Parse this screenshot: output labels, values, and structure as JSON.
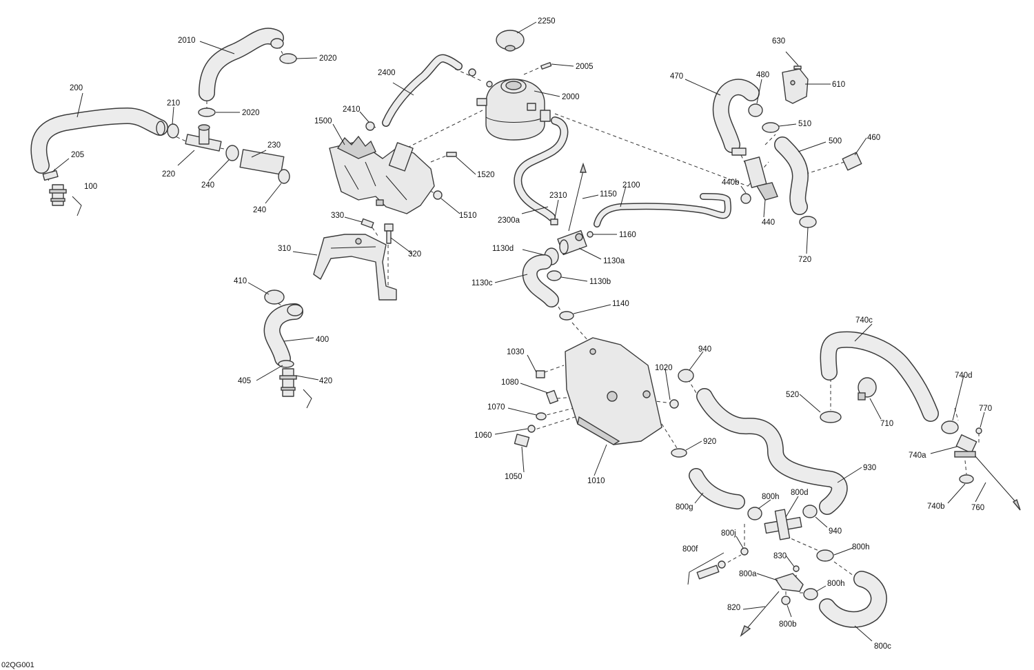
{
  "figure_code": "02QG001",
  "callouts": [
    {
      "label": "2010"
    },
    {
      "label": "2020"
    },
    {
      "label": "2020"
    },
    {
      "label": "200"
    },
    {
      "label": "210"
    },
    {
      "label": "205"
    },
    {
      "label": "100"
    },
    {
      "label": "220"
    },
    {
      "label": "240"
    },
    {
      "label": "230"
    },
    {
      "label": "240"
    },
    {
      "label": "2250"
    },
    {
      "label": "2005"
    },
    {
      "label": "2000"
    },
    {
      "label": "2400"
    },
    {
      "label": "2410"
    },
    {
      "label": "1500"
    },
    {
      "label": "1520"
    },
    {
      "label": "1510"
    },
    {
      "label": "330"
    },
    {
      "label": "320"
    },
    {
      "label": "310"
    },
    {
      "label": "410"
    },
    {
      "label": "400"
    },
    {
      "label": "405"
    },
    {
      "label": "420"
    },
    {
      "label": "2310"
    },
    {
      "label": "1150"
    },
    {
      "label": "2100"
    },
    {
      "label": "2300a"
    },
    {
      "label": "1160"
    },
    {
      "label": "1130d"
    },
    {
      "label": "1130a"
    },
    {
      "label": "1130c"
    },
    {
      "label": "1130b"
    },
    {
      "label": "1140"
    },
    {
      "label": "630"
    },
    {
      "label": "470"
    },
    {
      "label": "480"
    },
    {
      "label": "610"
    },
    {
      "label": "510"
    },
    {
      "label": "500"
    },
    {
      "label": "460"
    },
    {
      "label": "440b"
    },
    {
      "label": "440"
    },
    {
      "label": "720"
    },
    {
      "label": "740c"
    },
    {
      "label": "940"
    },
    {
      "label": "1030"
    },
    {
      "label": "1020"
    },
    {
      "label": "1080"
    },
    {
      "label": "1070"
    },
    {
      "label": "1060"
    },
    {
      "label": "1050"
    },
    {
      "label": "1010"
    },
    {
      "label": "520"
    },
    {
      "label": "710"
    },
    {
      "label": "740d"
    },
    {
      "label": "770"
    },
    {
      "label": "920"
    },
    {
      "label": "740a"
    },
    {
      "label": "930"
    },
    {
      "label": "740b"
    },
    {
      "label": "760"
    },
    {
      "label": "800h"
    },
    {
      "label": "800d"
    },
    {
      "label": "800g"
    },
    {
      "label": "940"
    },
    {
      "label": "800j"
    },
    {
      "label": "800f"
    },
    {
      "label": "800h"
    },
    {
      "label": "830"
    },
    {
      "label": "800a"
    },
    {
      "label": "800h"
    },
    {
      "label": "820"
    },
    {
      "label": "800b"
    },
    {
      "label": "800c"
    }
  ]
}
